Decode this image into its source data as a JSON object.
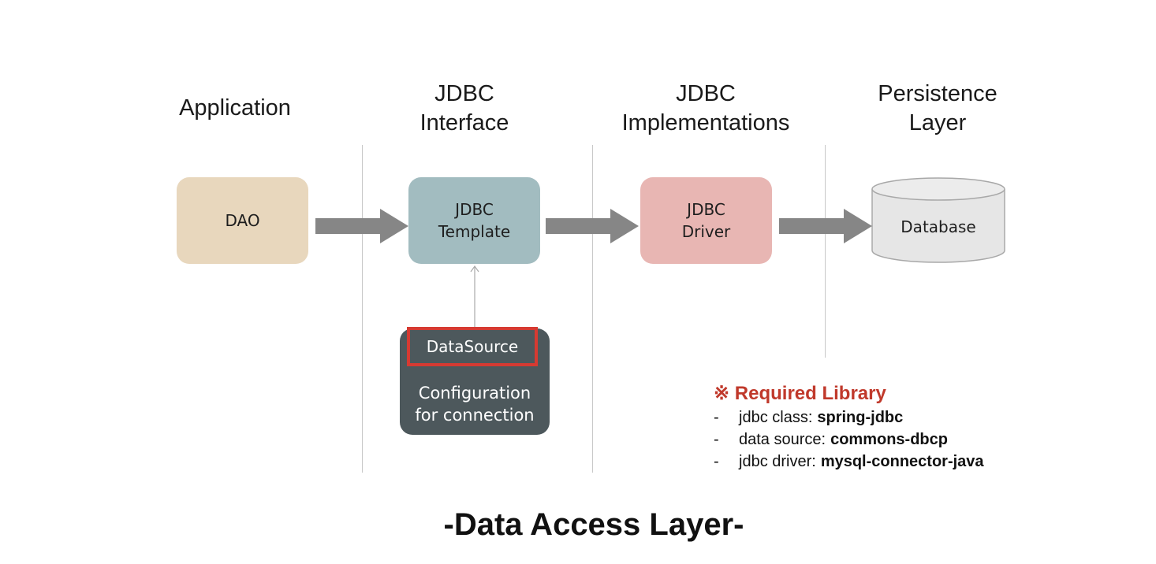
{
  "columns": [
    {
      "lines": [
        "Application"
      ]
    },
    {
      "lines": [
        "JDBC",
        "Interface"
      ]
    },
    {
      "lines": [
        "JDBC",
        "Implementations"
      ]
    },
    {
      "lines": [
        "Persistence",
        "Layer"
      ]
    }
  ],
  "nodes": {
    "dao": {
      "lines": [
        "DAO"
      ],
      "color": "#e8d7bd"
    },
    "jdbc_template": {
      "lines": [
        "JDBC",
        "Template"
      ],
      "color": "#a2bcc0"
    },
    "jdbc_driver": {
      "lines": [
        "JDBC",
        "Driver"
      ],
      "color": "#e8b6b3"
    },
    "database": {
      "label": "Database",
      "color": "#e6e6e6"
    }
  },
  "datasource": {
    "label": "DataSource",
    "config_lines": [
      "Configuration",
      "for connection"
    ],
    "highlight_color": "#d63a32"
  },
  "required_library": {
    "title": "※ Required Library",
    "items": [
      {
        "dash": "-",
        "label": "jdbc class:",
        "value": "spring-jdbc"
      },
      {
        "dash": "-",
        "label": "data source:",
        "value": "commons-dbcp"
      },
      {
        "dash": "-",
        "label": "jdbc driver:",
        "value": "mysql-connector-java"
      }
    ]
  },
  "footer": {
    "title": "-Data Access Layer-"
  }
}
